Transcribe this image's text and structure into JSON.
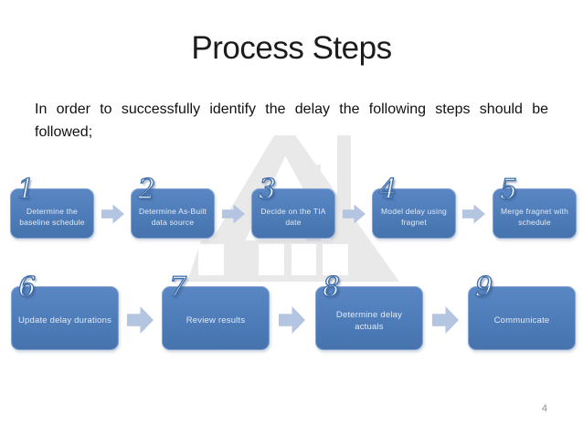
{
  "slide": {
    "title": "Process Steps",
    "intro_lines": [
      "In order to successfully identify the delay the following steps should be",
      "followed;"
    ],
    "page_number": "4"
  },
  "process": {
    "row1": [
      {
        "number": "1",
        "label": "Determine the baseline schedule"
      },
      {
        "number": "2",
        "label": "Determine As-Built data source"
      },
      {
        "number": "3",
        "label": "Decide on the TIA date"
      },
      {
        "number": "4",
        "label": "Model delay using fragnet"
      },
      {
        "number": "5",
        "label": "Merge fragnet with schedule"
      }
    ],
    "row2": [
      {
        "number": "6",
        "label": "Update delay durations"
      },
      {
        "number": "7",
        "label": "Review results"
      },
      {
        "number": "8",
        "label": "Determine delay actuals"
      },
      {
        "number": "9",
        "label": "Communicate"
      }
    ]
  },
  "icons": {
    "arrow": "right-block-arrow-icon",
    "watermark": "company-logo-watermark"
  },
  "colors": {
    "title_color": "#1c1c1c",
    "box_fill": "#4d7cb8",
    "box_border": "#87a7d2",
    "box_text": "#e2eaf5",
    "arrow_fill": "#b4c5e2",
    "number_fill": "#f4f8fc",
    "number_outline": "#3e6ca7",
    "watermark": "#e9e9e9",
    "page_number_color": "#8f8f8f"
  }
}
